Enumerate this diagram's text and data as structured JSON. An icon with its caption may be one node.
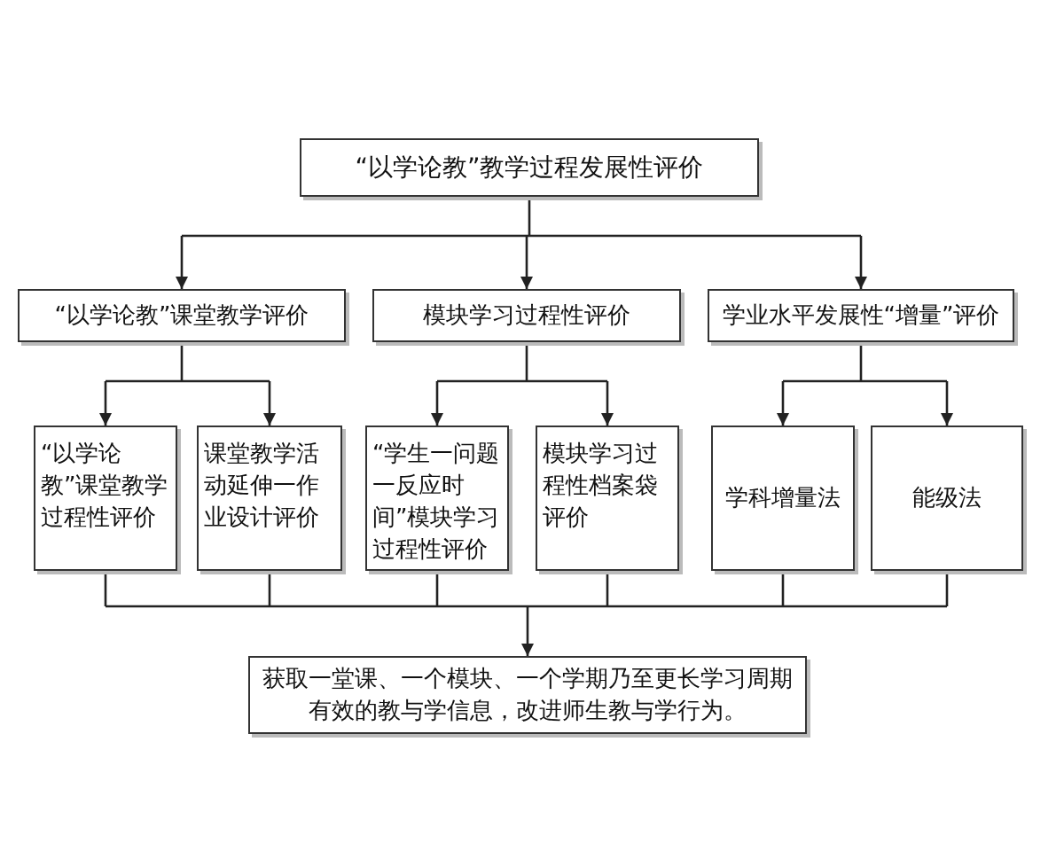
{
  "diagram": {
    "nodes": [
      {
        "text": [
          "“以学论教”教学过程发展性评价"
        ]
      },
      {
        "text": [
          "“以学论教”课堂教学评价"
        ]
      },
      {
        "text": [
          "模块学习过程性评价"
        ]
      },
      {
        "text": [
          "学业水平发展性“增量”评价"
        ]
      },
      {
        "text": [
          "“以学论教”课堂教学过程性评价"
        ]
      },
      {
        "text": [
          "课堂教学活动延伸一作业设计评价"
        ]
      },
      {
        "text": [
          "“学生一问题一反应时间”模块学习过程性评价"
        ]
      },
      {
        "text": [
          "模块学习过程性档案袋评价"
        ]
      },
      {
        "text": [
          "学科增量法"
        ]
      },
      {
        "text": [
          "能级法"
        ]
      },
      {
        "text": [
          "获取一堂课、一个模块、一个学期乃至更长学习周期有效的教与学信息，改进师生教与学行为。"
        ]
      }
    ],
    "edges": [
      {
        "from": 0,
        "to": 1,
        "arrow": "to"
      },
      {
        "from": 0,
        "to": 2,
        "arrow": "to"
      },
      {
        "from": 0,
        "to": 3,
        "arrow": "to"
      },
      {
        "from": 1,
        "to": 4,
        "arrow": "to"
      },
      {
        "from": 1,
        "to": 5,
        "arrow": "to"
      },
      {
        "from": 2,
        "to": 6,
        "arrow": "to"
      },
      {
        "from": 2,
        "to": 7,
        "arrow": "to"
      },
      {
        "from": 3,
        "to": 8,
        "arrow": "to"
      },
      {
        "from": 3,
        "to": 9,
        "arrow": "to"
      },
      {
        "from": 4,
        "to": 10,
        "arrow": "to"
      },
      {
        "from": 5,
        "to": 10,
        "arrow": "to"
      },
      {
        "from": 6,
        "to": 10,
        "arrow": "to"
      },
      {
        "from": 7,
        "to": 10,
        "arrow": "to"
      },
      {
        "from": 8,
        "to": 10,
        "arrow": "to"
      },
      {
        "from": 9,
        "to": 10,
        "arrow": "to"
      }
    ]
  }
}
